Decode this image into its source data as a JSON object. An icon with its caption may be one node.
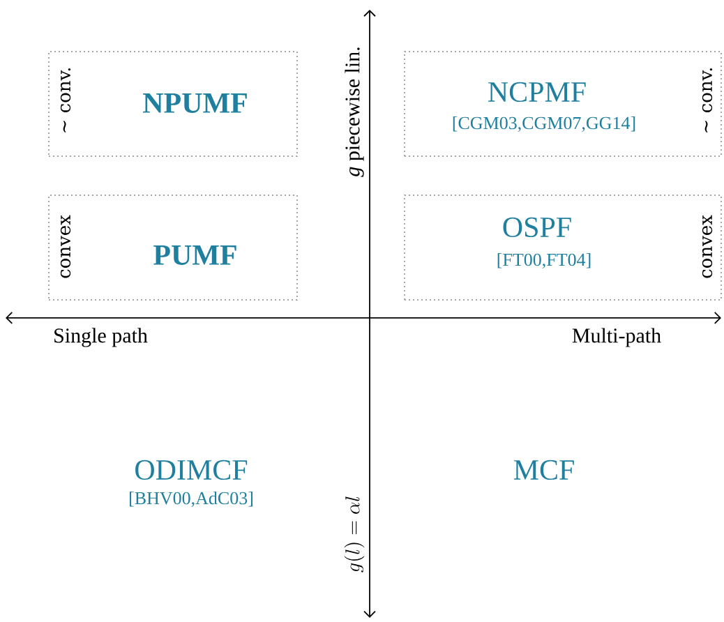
{
  "diagram": {
    "nodes": [
      {
        "text": [
          "∼ conv.",
          "NPUMF"
        ]
      },
      {
        "text": [
          "NCPMF",
          "[CGM03,CGM07,GG14]",
          "∼ conv."
        ]
      },
      {
        "text": [
          "convex",
          "PUMF"
        ]
      },
      {
        "text": [
          "OSPF",
          "[FT00,FT04]",
          "convex"
        ]
      }
    ],
    "labels": [
      "*g* piecewise lin.",
      "Single path",
      "Multi-path",
      "ODIMCF",
      "[BHV00,AdC03]",
      "MCF",
      "g(l) = \\alpha l"
    ]
  }
}
